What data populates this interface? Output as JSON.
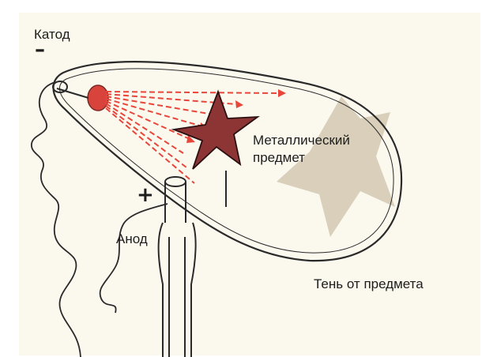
{
  "labels": {
    "cathode": "Катод",
    "cathode_sign": "–",
    "anode": "Анод",
    "anode_sign": "+",
    "object_line1": "Металлический",
    "object_line2": "предмет",
    "shadow": "Тень от предмета"
  },
  "colors": {
    "paper": "#fbf8ee",
    "glass_outline": "#2a2a2a",
    "cathode_rays": "#e8463b",
    "star": "#8d3535",
    "shadow": "#d9cfbb"
  }
}
